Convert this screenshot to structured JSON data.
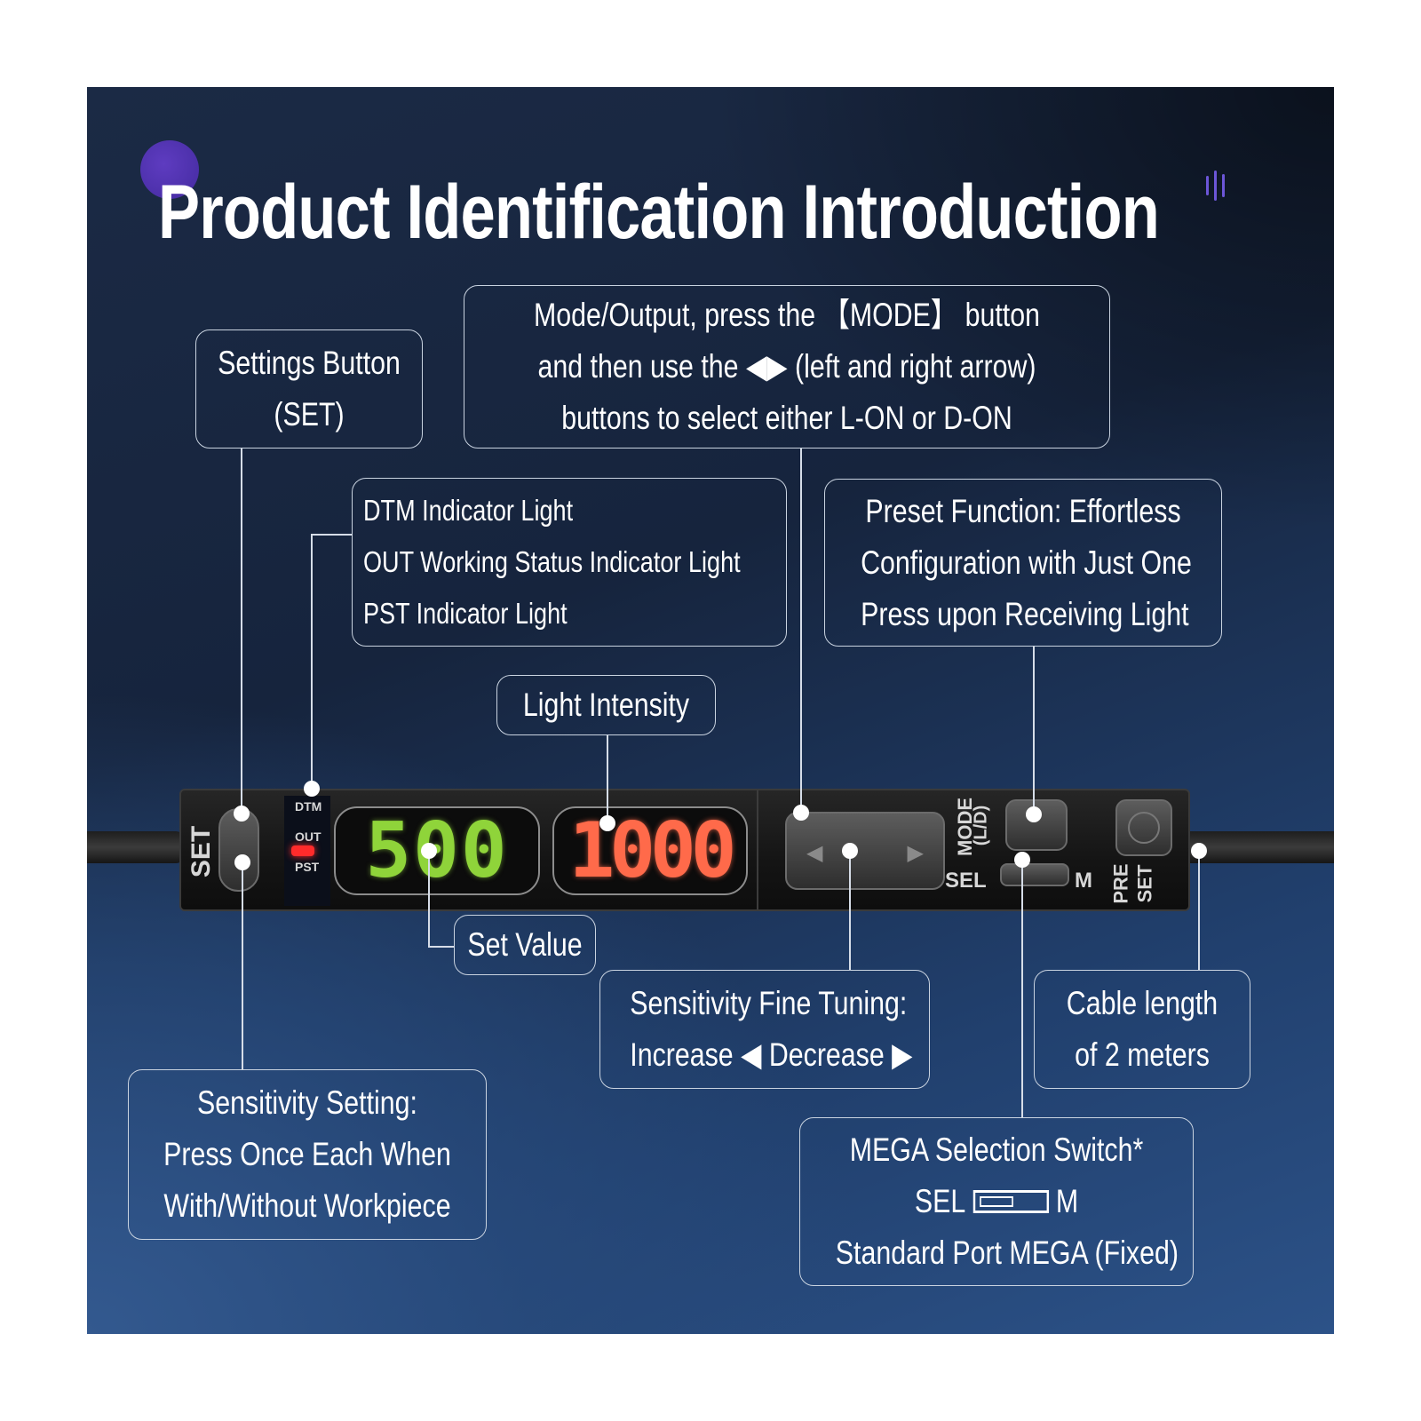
{
  "title": "Product Identification Introduction",
  "callouts": {
    "settings_button": [
      "Settings Button",
      "(SET)"
    ],
    "mode_output": [
      "Mode/Output, press the 【MODE】 button",
      "and then use the ◀▶ (left and right arrow)",
      "buttons to select either L-ON or D-ON"
    ],
    "indicators": [
      "DTM Indicator Light",
      "OUT Working Status Indicator Light",
      "PST Indicator Light"
    ],
    "preset": [
      "Preset Function: Effortless",
      "Configuration with Just One",
      "Press upon Receiving Light"
    ],
    "light_intensity": "Light Intensity",
    "set_value": "Set Value",
    "fine_tuning": [
      "Sensitivity Fine Tuning:",
      "Increase ◀ Decrease ▶"
    ],
    "cable": [
      "Cable length",
      "of 2 meters"
    ],
    "sensitivity_setting": [
      "Sensitivity Setting:",
      "Press Once Each When",
      "With/Without Workpiece"
    ],
    "mega_switch": {
      "line1": "MEGA Selection Switch*",
      "sel": "SEL",
      "m": "M",
      "line3": "Standard Port MEGA (Fixed)"
    }
  },
  "device": {
    "set_label": "SET",
    "indicators": [
      "DTM",
      "OUT",
      "PST"
    ],
    "set_display": "500",
    "intensity_display": "1000",
    "mode_label": [
      "MODE",
      "(L/D)"
    ],
    "sel_label": "SEL",
    "m_label": "M",
    "preset_label": [
      "PRE",
      "SET"
    ],
    "colors": {
      "set_display": "#8fd43a",
      "intensity_display": "#ff6a4a",
      "out_led": "#ff2b2b"
    }
  }
}
